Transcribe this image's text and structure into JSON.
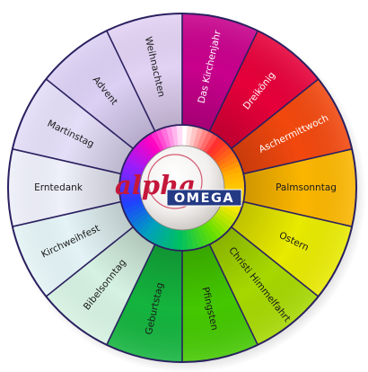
{
  "segments": [
    {
      "label": "Das Kirchenjahr",
      "color": "#c8008c",
      "text": "light"
    },
    {
      "label": "Dreikönig",
      "color": "#e6003a",
      "text": "light"
    },
    {
      "label": "Aschermittwoch",
      "color": "#f2480e",
      "text": "light"
    },
    {
      "label": "Palmsonntag",
      "color": "#fbb600",
      "text": "dark"
    },
    {
      "label": "Ostern",
      "color": "#e8ea00",
      "text": "dark"
    },
    {
      "label": "Christi Himmelfahrt",
      "color": "#a6d800",
      "text": "dark"
    },
    {
      "label": "Pfingsten",
      "color": "#44c800",
      "text": "dark"
    },
    {
      "label": "Geburtstag",
      "color": "#14b43e",
      "text": "dark"
    },
    {
      "label": "Bibelsonntag",
      "color": "#d6f2e2",
      "text": "dark"
    },
    {
      "label": "Kirchweihfest",
      "color": "#e4f4f6",
      "text": "dark"
    },
    {
      "label": "Erntedank",
      "color": "#eef0fa",
      "text": "dark"
    },
    {
      "label": "Martinstag",
      "color": "#e4def8",
      "text": "dark"
    },
    {
      "label": "Advent",
      "color": "#dcd0f4",
      "text": "dark"
    },
    {
      "label": "Weihnachten",
      "color": "#e2d2f4",
      "text": "dark"
    }
  ],
  "logo": {
    "alpha": "alpha",
    "omega": "OMEGA"
  },
  "colors": {
    "outline": "#2a2060",
    "logo_red": "#c4173a",
    "logo_blue": "#243a84"
  }
}
